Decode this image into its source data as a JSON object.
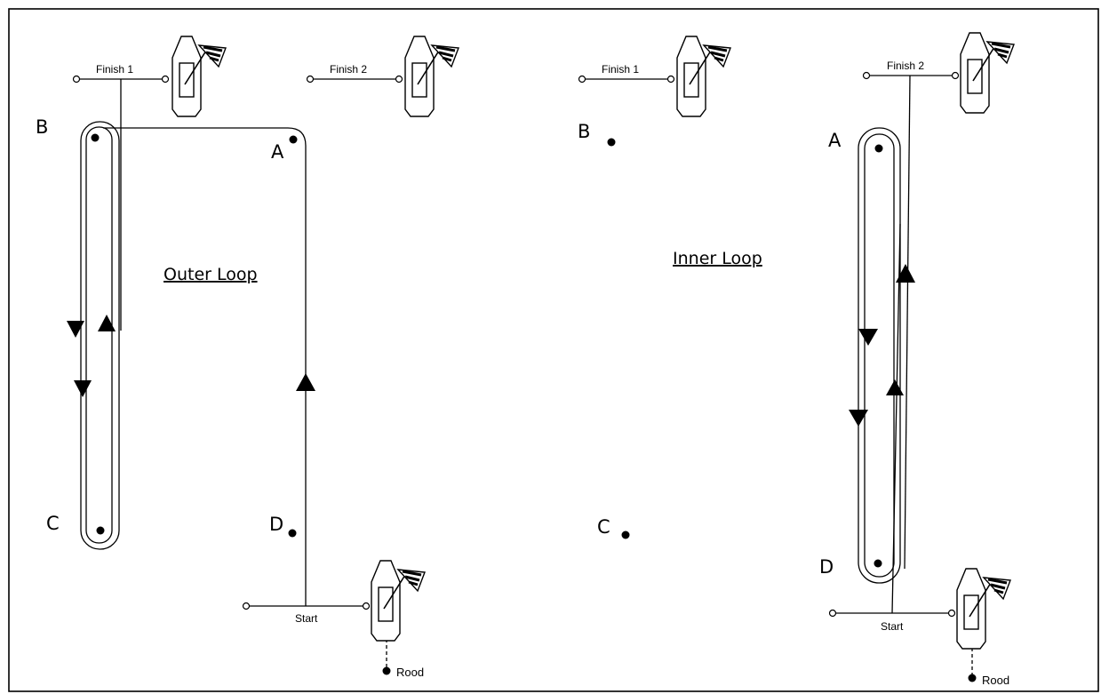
{
  "outer": {
    "title": "Outer Loop",
    "finish1": "Finish 1",
    "finish2": "Finish 2",
    "start": "Start",
    "rood": "Rood",
    "marks": {
      "a": "A",
      "b": "B",
      "c": "C",
      "d": "D"
    }
  },
  "inner": {
    "title": "Inner Loop",
    "finish1": "Finish 1",
    "finish2": "Finish 2",
    "start": "Start",
    "rood": "Rood",
    "marks": {
      "a": "A",
      "b": "B",
      "c": "C",
      "d": "D"
    }
  },
  "icons": [
    "committee-boat-icon",
    "checkered-flag-icon",
    "buoy-mark-icon",
    "course-arrow-icon"
  ],
  "colors": {
    "ink": "#000000",
    "background": "#ffffff"
  }
}
